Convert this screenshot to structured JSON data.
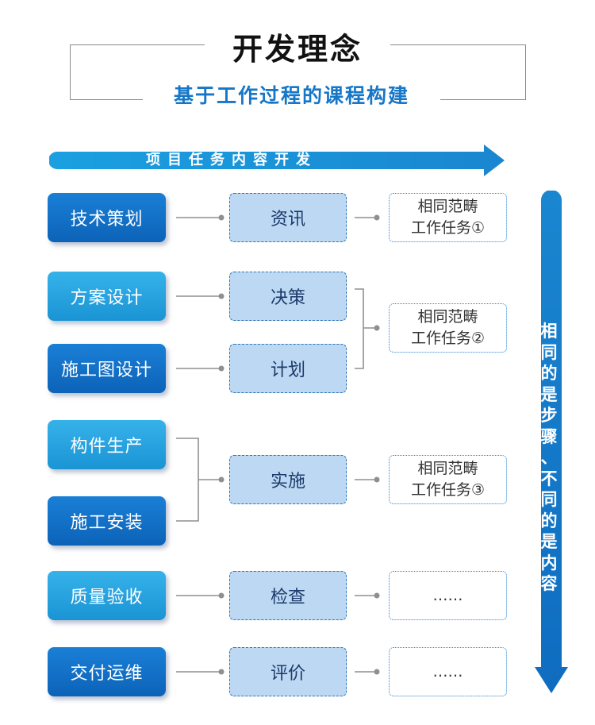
{
  "header": {
    "title": "开发理念",
    "subtitle": "基于工作过程的课程构建"
  },
  "top_arrow": {
    "label": "项目任务内容开发"
  },
  "side_arrow": {
    "chars": [
      "相",
      "同",
      "的",
      "是",
      "步",
      "骤",
      "、",
      "不",
      "同",
      "的",
      "是",
      "内",
      "容"
    ]
  },
  "left_items": [
    "技术策划",
    "方案设计",
    "施工图设计",
    "构件生产",
    "施工安装",
    "质量验收",
    "交付运维"
  ],
  "middle_items": [
    "资讯",
    "决策",
    "计划",
    "实施",
    "检查",
    "评价"
  ],
  "right_items": [
    {
      "line1": "相同范畴",
      "line2": "工作任务①"
    },
    {
      "line1": "相同范畴",
      "line2": "工作任务②"
    },
    {
      "line1": "相同范畴",
      "line2": "工作任务③"
    },
    {
      "line1": "……",
      "line2": ""
    },
    {
      "line1": "……",
      "line2": ""
    }
  ],
  "colors": {
    "dark_blue": "#0c63b8",
    "light_blue": "#1a94d4",
    "middle_fill": "#bcd8f2",
    "arrow_blue": "#1a8ad4",
    "subtitle_blue": "#1676c8"
  }
}
